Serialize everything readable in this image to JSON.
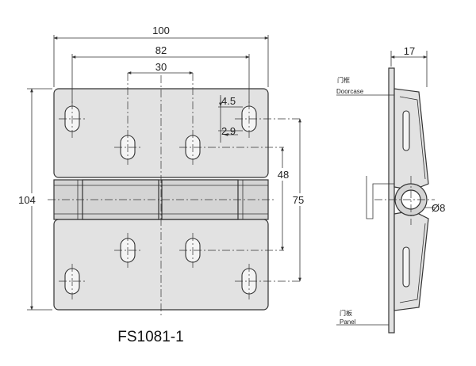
{
  "model": "FS1081-1",
  "dimensions": {
    "overall_width": "100",
    "outer_hole_span": "82",
    "inner_hole_span": "30",
    "slot_offset_h": "4.5",
    "slot_offset_w": "2.9",
    "overall_height": "104",
    "inner_hole_vertical": "48",
    "outer_hole_vertical": "75",
    "side_thickness": "17",
    "pin_diameter": "Ø8"
  },
  "labels": {
    "doorcase_cn": "门框",
    "doorcase_en": "Doorcase",
    "panel_cn": "门板",
    "panel_en": "Panel"
  }
}
